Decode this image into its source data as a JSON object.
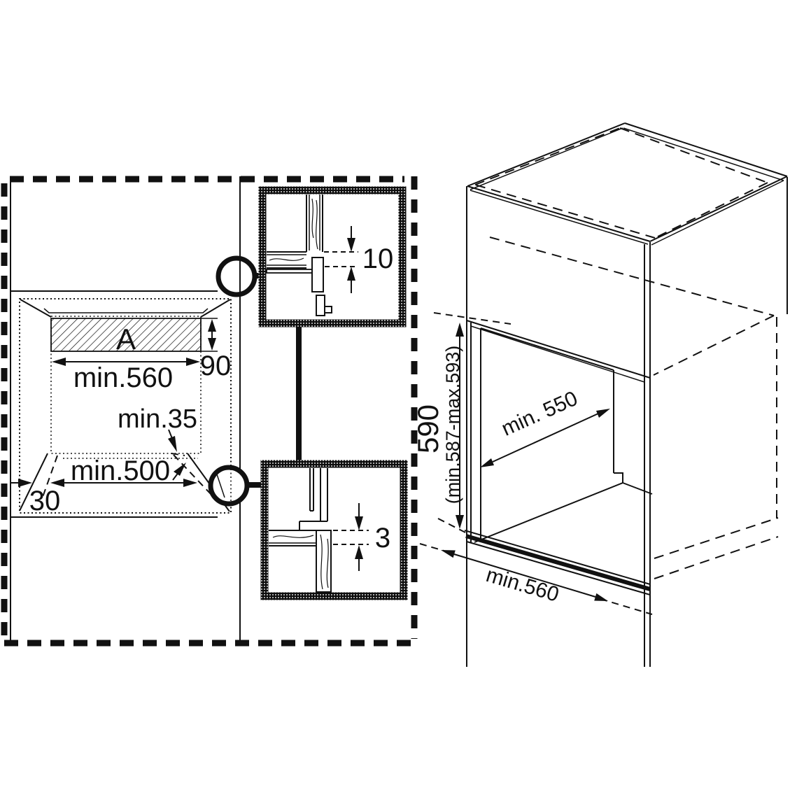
{
  "colors": {
    "ink": "#111111",
    "paper": "#ffffff"
  },
  "niche_view": {
    "insert_label": "A",
    "top_width": "min.560",
    "vent_height": "90",
    "min_clearance": "min.35",
    "bottom_width": "min.500",
    "side_offset": "30"
  },
  "callouts": {
    "top_gap": "10",
    "bottom_gap": "3"
  },
  "cabinet_view": {
    "niche_height": "590",
    "niche_height_range": "(min.587-max.593)",
    "niche_depth": "min. 550",
    "niche_width": "min.560"
  }
}
